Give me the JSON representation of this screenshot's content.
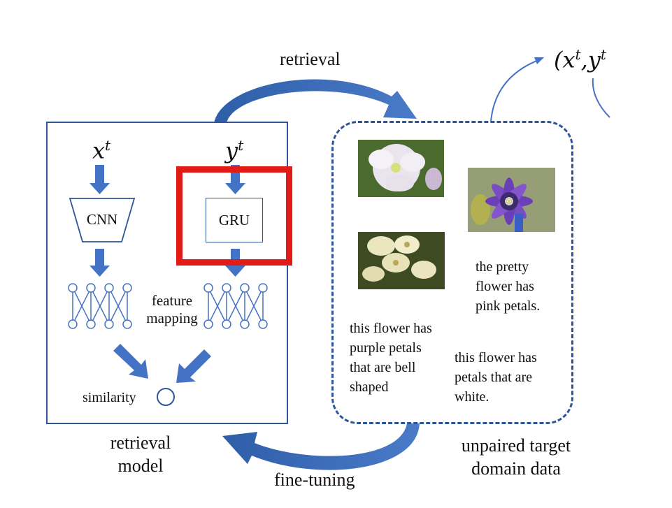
{
  "labels": {
    "top_arrow": "retrieval",
    "bottom_arrow": "fine-tuning",
    "retrieval_model": [
      "retrieval",
      "model"
    ],
    "unpaired_data": [
      "unpaired target",
      "domain data"
    ],
    "feature_mapping": [
      "feature",
      "mapping"
    ],
    "similarity": "similarity"
  },
  "math": {
    "x_input": "x",
    "y_input": "y",
    "superscript": "t",
    "pair_partial": "(x",
    "pair_comma": ",y"
  },
  "blocks": {
    "cnn": "CNN",
    "gru": "GRU"
  },
  "captions": {
    "pretty_pink": [
      "the pretty",
      "flower has",
      "pink petals."
    ],
    "purple_bell": [
      "this flower has",
      "purple petals",
      "that are bell",
      "shaped"
    ],
    "white_petals": [
      "this flower has",
      "petals that are",
      "white."
    ]
  },
  "colors": {
    "arrow_blue": "#4472c4",
    "dark_blue": "#2e5597",
    "highlight_red": "#e21b17"
  }
}
